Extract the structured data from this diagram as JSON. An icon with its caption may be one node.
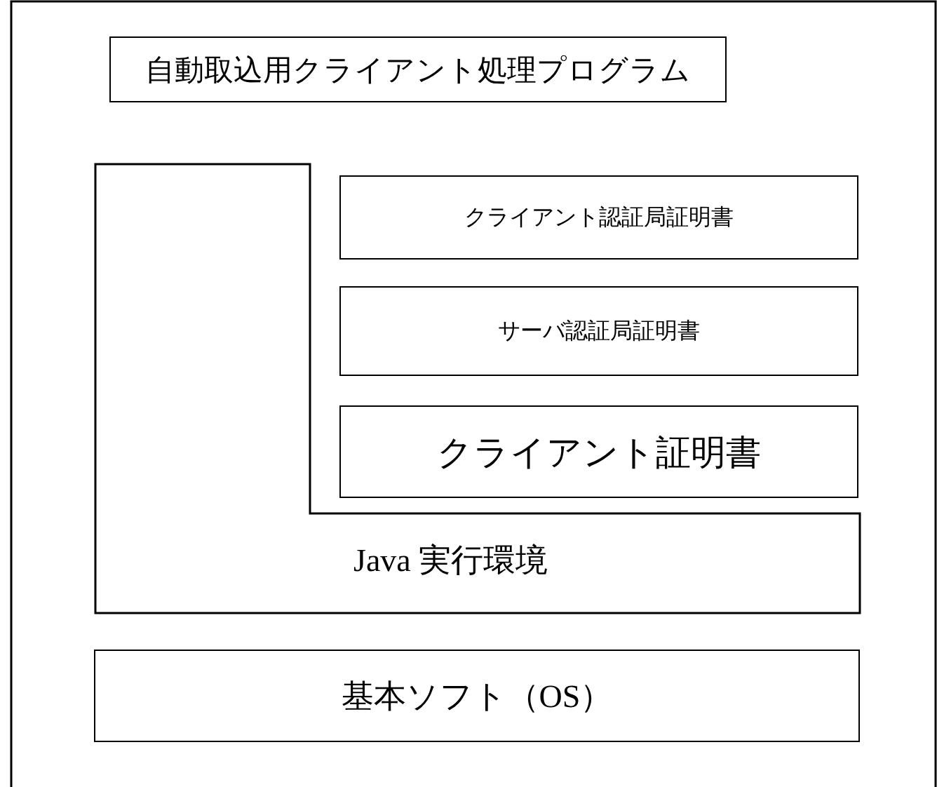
{
  "diagram": {
    "nodes": [
      {
        "text": [
          "自動取込用クライアント処理プログラム"
        ]
      },
      {
        "text": [
          "Java 実行環境"
        ]
      },
      {
        "text": [
          "クライアント認証局証明書"
        ]
      },
      {
        "text": [
          "サーバ認証局証明書"
        ]
      },
      {
        "text": [
          "クライアント証明書"
        ]
      },
      {
        "text": [
          "基本ソフト（OS）"
        ]
      }
    ]
  }
}
